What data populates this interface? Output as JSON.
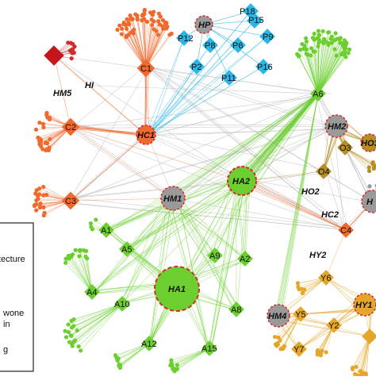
{
  "colors": {
    "orange": "#f06a2e",
    "cyan": "#2ab7e6",
    "green": "#6ccf2f",
    "gold": "#e5a72a",
    "brown": "#b88d22",
    "red": "#d42b2b",
    "gray": "#9a9a9a",
    "edge_gray": "#b8b8b8"
  },
  "nodes": {
    "HP": "HP",
    "P18": "P18",
    "P15": "P15",
    "P12": "P12",
    "P9": "P9",
    "P8": "P8",
    "P6": "P6",
    "P2": "P2",
    "P11": "P11",
    "P16": "P16",
    "C1": "C1",
    "C2": "C2",
    "C3": "C3",
    "HC1": "HC1",
    "HM5": "HM5",
    "HI": "HI",
    "A1": "A1",
    "A2": "A2",
    "A4": "A4",
    "A5": "A5",
    "A6": "A6",
    "A8": "A8",
    "A9": "A9",
    "A10": "A10",
    "A12": "A12",
    "A15": "A15",
    "HA1": "HA1",
    "HA2": "HA2",
    "HM1": "HM1",
    "HM2": "HM2",
    "HM4": "HM4",
    "O3": "O3",
    "O4": "O4",
    "HO2": "HO2",
    "HO3": "HO3",
    "HC2": "HC2",
    "C4": "C4",
    "HY2": "HY2",
    "HY1": "HY1",
    "Y2": "Y2",
    "Y5": "Y5",
    "Y6": "Y6",
    "Y7": "Y7",
    "HL": "H"
  },
  "legend": {
    "line1": "tecture",
    "line2": "wone",
    "line3": "in",
    "line4": "g"
  }
}
